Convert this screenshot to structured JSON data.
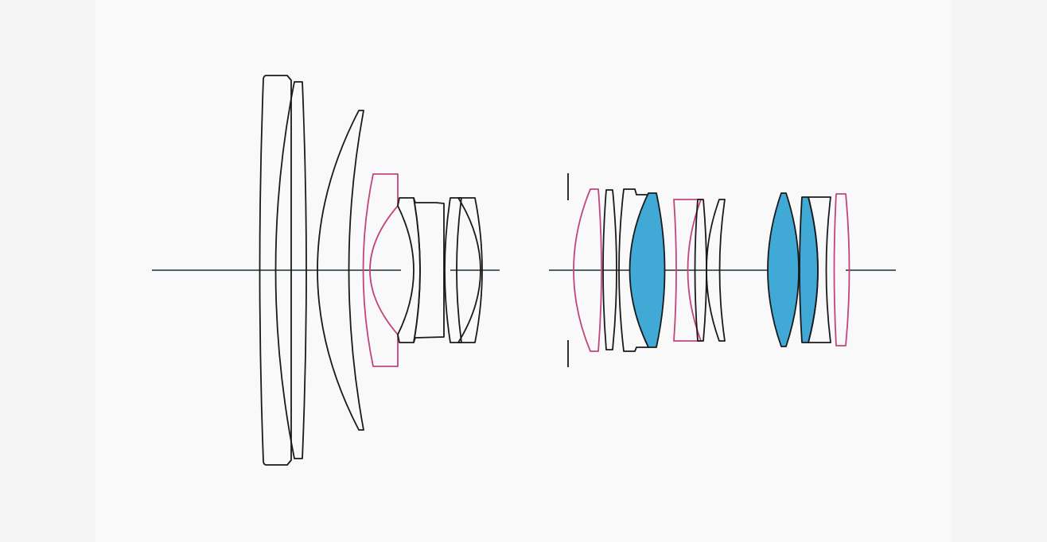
{
  "diagram": {
    "kind": "optical-lens-cross-section",
    "colors": {
      "page_bg": "#f5f5f5",
      "panel_bg": "#f9f9f9",
      "standard_glass_stroke": "#1a1a1a",
      "special_glass_stroke": "#c0457f",
      "aspherical_fill": "#41a9d6",
      "optical_axis": "#1c2f3a"
    },
    "front_group": {
      "elements": [
        {
          "id": "front-element-1",
          "glass": "standard"
        },
        {
          "id": "front-element-2",
          "glass": "standard"
        },
        {
          "id": "front-element-3",
          "glass": "standard"
        },
        {
          "id": "front-element-4",
          "glass": "special"
        },
        {
          "id": "front-element-5",
          "glass": "standard"
        },
        {
          "id": "front-element-6",
          "glass": "standard"
        },
        {
          "id": "front-element-7",
          "glass": "standard"
        },
        {
          "id": "front-element-8",
          "glass": "standard"
        }
      ]
    },
    "rear_group": {
      "elements": [
        {
          "id": "rear-element-1",
          "glass": "special"
        },
        {
          "id": "rear-element-2",
          "glass": "standard"
        },
        {
          "id": "rear-element-3",
          "glass": "standard"
        },
        {
          "id": "rear-element-4",
          "glass": "aspherical"
        },
        {
          "id": "rear-element-5",
          "glass": "special"
        },
        {
          "id": "rear-element-6",
          "glass": "standard"
        },
        {
          "id": "rear-element-7",
          "glass": "standard"
        },
        {
          "id": "rear-element-8",
          "glass": "aspherical"
        },
        {
          "id": "rear-element-9",
          "glass": "aspherical"
        },
        {
          "id": "rear-element-10",
          "glass": "standard"
        },
        {
          "id": "rear-element-11",
          "glass": "special"
        }
      ]
    }
  }
}
